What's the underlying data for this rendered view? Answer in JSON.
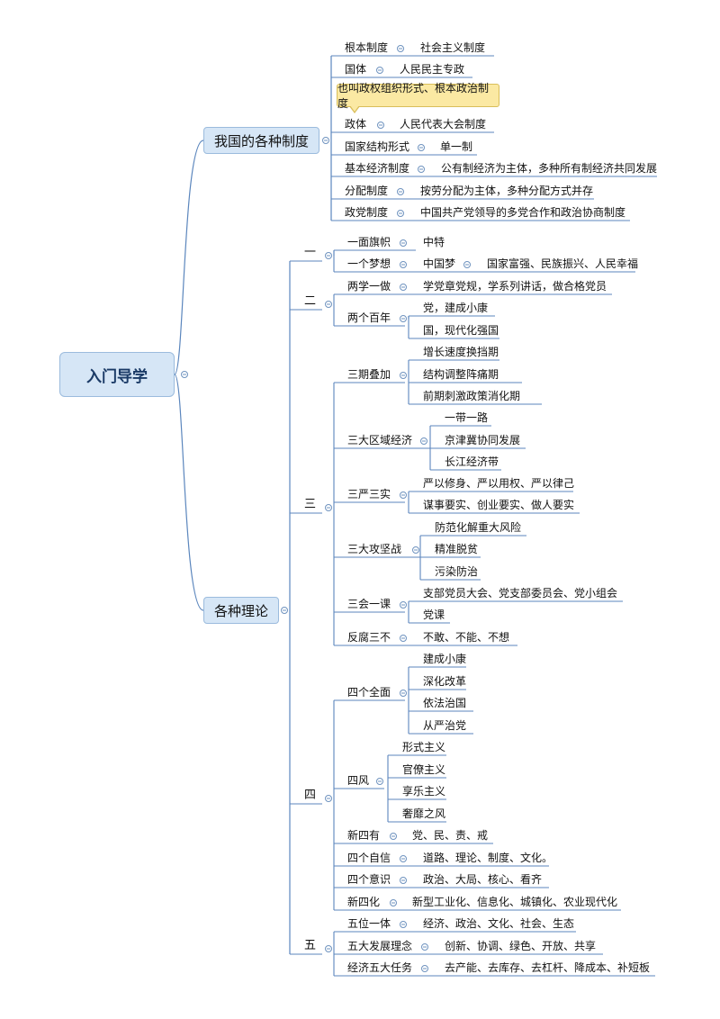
{
  "root": {
    "label": "入门导学"
  },
  "callout": "也叫政权组织形式、根本政治制度",
  "branches": {
    "systems": {
      "label": "我国的各种制度",
      "items": [
        {
          "label": "根本制度",
          "value": "社会主义制度"
        },
        {
          "label": "国体",
          "value": "人民民主专政"
        },
        {
          "label": "政体",
          "value": "人民代表大会制度"
        },
        {
          "label": "国家结构形式",
          "value": "单一制"
        },
        {
          "label": "基本经济制度",
          "value": "公有制经济为主体，多种所有制经济共同发展"
        },
        {
          "label": "分配制度",
          "value": "按劳分配为主体，多种分配方式并存"
        },
        {
          "label": "政党制度",
          "value": "中国共产党领导的多党合作和政治协商制度"
        }
      ]
    },
    "theories": {
      "label": "各种理论",
      "groups": [
        {
          "label": "一",
          "items": [
            {
              "label": "一面旗帜",
              "value": "中特"
            },
            {
              "label": "一个梦想",
              "value": "中国梦",
              "value2": "国家富强、民族振兴、人民幸福"
            }
          ]
        },
        {
          "label": "二",
          "items": [
            {
              "label": "两学一做",
              "value": "学党章党规，学系列讲话，做合格党员"
            },
            {
              "label": "两个百年",
              "children": [
                "党，建成小康",
                "国，现代化强国"
              ]
            }
          ]
        },
        {
          "label": "三",
          "items": [
            {
              "label": "三期叠加",
              "children": [
                "增长速度换挡期",
                "结构调整阵痛期",
                "前期刺激政策消化期"
              ]
            },
            {
              "label": "三大区域经济",
              "children": [
                "一带一路",
                "京津冀协同发展",
                "长江经济带"
              ]
            },
            {
              "label": "三严三实",
              "children": [
                "严以修身、严以用权、严以律己",
                "谋事要实、创业要实、做人要实"
              ]
            },
            {
              "label": "三大攻坚战",
              "children": [
                "防范化解重大风险",
                "精准脱贫",
                "污染防治"
              ]
            },
            {
              "label": "三会一课",
              "children": [
                "支部党员大会、党支部委员会、党小组会",
                "党课"
              ]
            },
            {
              "label": "反腐三不",
              "value": "不敢、不能、不想"
            }
          ]
        },
        {
          "label": "四",
          "items": [
            {
              "label": "四个全面",
              "children": [
                "建成小康",
                "深化改革",
                "依法治国",
                "从严治党"
              ]
            },
            {
              "label": "四风",
              "children": [
                "形式主义",
                "官僚主义",
                "享乐主义",
                "奢靡之风"
              ]
            },
            {
              "label": "新四有",
              "value": "党、民、责、戒"
            },
            {
              "label": "四个自信",
              "value": "道路、理论、制度、文化。"
            },
            {
              "label": "四个意识",
              "value": "政治、大局、核心、看齐"
            },
            {
              "label": "新四化",
              "value": "新型工业化、信息化、城镇化、农业现代化"
            }
          ]
        },
        {
          "label": "五",
          "items": [
            {
              "label": "五位一体",
              "value": "经济、政治、文化、社会、生态"
            },
            {
              "label": "五大发展理念",
              "value": "创新、协调、绿色、开放、共享"
            },
            {
              "label": "经济五大任务",
              "value": "去产能、去库存、去杠杆、降成本、补短板"
            }
          ]
        }
      ]
    }
  },
  "colors": {
    "line": "#5b86bd",
    "node_fill": "#d6e6f6",
    "node_border": "#9bbbdd",
    "callout_fill": "#fbe9a3"
  }
}
